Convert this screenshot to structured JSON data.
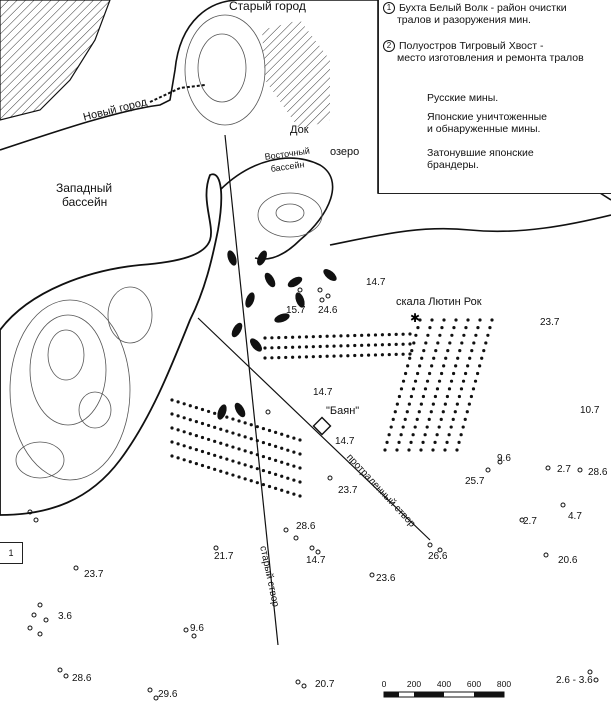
{
  "labels": {
    "old_town": "Старый город",
    "new_town": "Новый город",
    "west_basin_1": "Западный",
    "west_basin_2": "бассейн",
    "dock": "Док",
    "east_basin_1": "Восточный",
    "east_basin_2": "бассейн",
    "lake": "озеро",
    "rock": "скала Лютин Рок",
    "bayan": "\"Баян\"",
    "old_range": "старый створ",
    "new_range": "протраленный створ"
  },
  "legend": {
    "item1_num": "1",
    "item1_line1": "Бухта Белый Волк - район очистки",
    "item1_line2": "тралов и разоружения мин.",
    "item2_num": "2",
    "item2_line1": "Полуостров Тигровый Хвост -",
    "item2_line2": "место изготовления и ремонта тралов",
    "russian_mines": "Русские мины.",
    "japanese_mines_1": "Японские уничтоженные",
    "japanese_mines_2": "и обнаруженные мины.",
    "fireships_1": "Затонувшие японские",
    "fireships_2": "брандеры."
  },
  "marker_box": "1",
  "depths": [
    {
      "id": "d01",
      "text": "14.7"
    },
    {
      "id": "d02",
      "text": "15.7"
    },
    {
      "id": "d03",
      "text": "24.6"
    },
    {
      "id": "d04",
      "text": "23.7"
    },
    {
      "id": "d05",
      "text": "14.7"
    },
    {
      "id": "d06",
      "text": "14.7"
    },
    {
      "id": "d07",
      "text": "10.7"
    },
    {
      "id": "d08",
      "text": "9.6"
    },
    {
      "id": "d09",
      "text": "2.7"
    },
    {
      "id": "d10",
      "text": "28.6"
    },
    {
      "id": "d11",
      "text": "25.7"
    },
    {
      "id": "d12",
      "text": "23.7"
    },
    {
      "id": "d13",
      "text": "4.7"
    },
    {
      "id": "d14",
      "text": "2.7"
    },
    {
      "id": "d15",
      "text": "28.6"
    },
    {
      "id": "d16",
      "text": "14.7"
    },
    {
      "id": "d17",
      "text": "21.7"
    },
    {
      "id": "d18",
      "text": "26.6"
    },
    {
      "id": "d19",
      "text": "20.6"
    },
    {
      "id": "d20",
      "text": "23.7"
    },
    {
      "id": "d21",
      "text": "23.6"
    },
    {
      "id": "d22",
      "text": "3.6"
    },
    {
      "id": "d23",
      "text": "9.6"
    },
    {
      "id": "d24",
      "text": "28.6"
    },
    {
      "id": "d25",
      "text": "29.6"
    },
    {
      "id": "d26",
      "text": "20.7"
    },
    {
      "id": "d27",
      "text": "2.6 - 3.6"
    }
  ],
  "scale": {
    "ticks": [
      "0",
      "200",
      "400",
      "600",
      "800"
    ]
  }
}
